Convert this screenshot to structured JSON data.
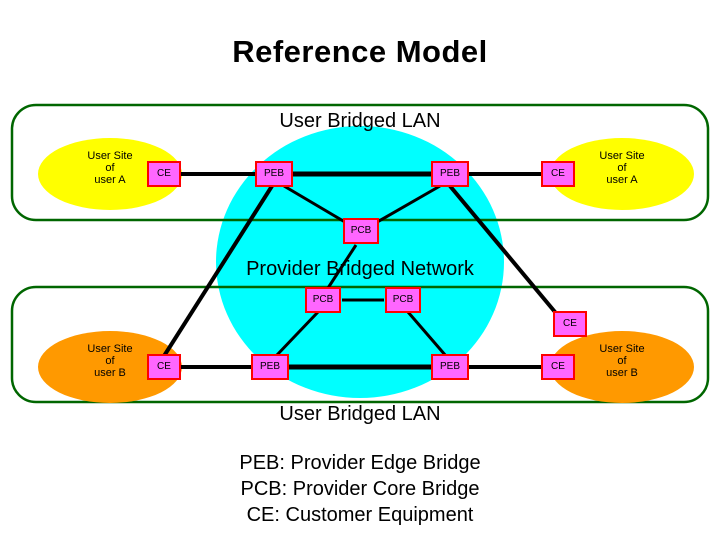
{
  "title": "Reference Model",
  "labels": {
    "top_lan": "User Bridged LAN",
    "bottom_lan": "User Bridged LAN",
    "provider_network": "Provider Bridged Network"
  },
  "sites": [
    {
      "id": "site-a-left",
      "lines": [
        "User Site",
        "of",
        "user A"
      ],
      "color": "#ffff00"
    },
    {
      "id": "site-a-right",
      "lines": [
        "User Site",
        "of",
        "user A"
      ],
      "color": "#ffff00"
    },
    {
      "id": "site-b-left",
      "lines": [
        "User Site",
        "of",
        "user B"
      ],
      "color": "#ff9900"
    },
    {
      "id": "site-b-right",
      "lines": [
        "User Site",
        "of",
        "user B"
      ],
      "color": "#ff9900"
    }
  ],
  "nodes": [
    {
      "id": "ce-top-left",
      "label": "CE",
      "type": "CE"
    },
    {
      "id": "ce-top-right",
      "label": "CE",
      "type": "CE"
    },
    {
      "id": "ce-mid-right",
      "label": "CE",
      "type": "CE"
    },
    {
      "id": "ce-bottom-left",
      "label": "CE",
      "type": "CE"
    },
    {
      "id": "ce-bottom-right",
      "label": "CE",
      "type": "CE"
    },
    {
      "id": "peb-top-left",
      "label": "PEB",
      "type": "PEB"
    },
    {
      "id": "peb-top-right",
      "label": "PEB",
      "type": "PEB"
    },
    {
      "id": "peb-bottom-left",
      "label": "PEB",
      "type": "PEB"
    },
    {
      "id": "peb-bottom-right",
      "label": "PEB",
      "type": "PEB"
    },
    {
      "id": "pcb-top",
      "label": "PCB",
      "type": "PCB"
    },
    {
      "id": "pcb-mid-left",
      "label": "PCB",
      "type": "PCB"
    },
    {
      "id": "pcb-mid-right",
      "label": "PCB",
      "type": "PCB"
    }
  ],
  "legend": [
    "PEB: Provider Edge Bridge",
    "PCB: Provider Core Bridge",
    "CE: Customer Equipment"
  ],
  "colors": {
    "node_fill": "#ff66ff",
    "node_stroke": "#ff0000",
    "cloud": "#00ffff",
    "rounded_rect_stroke": "#006600",
    "site_a": "#ffff00",
    "site_b": "#ff9900",
    "link": "#000000",
    "label_text": "#000000"
  }
}
